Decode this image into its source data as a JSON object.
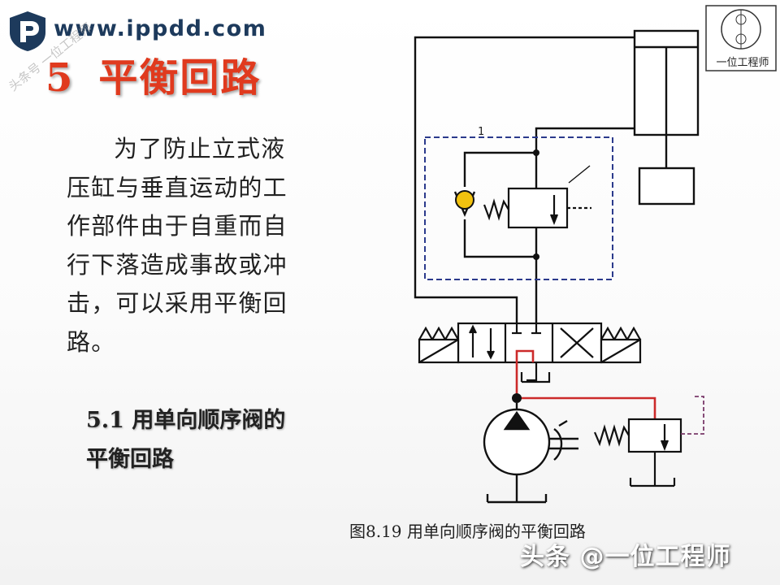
{
  "header": {
    "site_url": "www.ippdd.com",
    "watermark_left": "头条号 一位工程师"
  },
  "slide": {
    "title_number": "5",
    "title_text": "平衡回路",
    "body_text": "为了防止立式液压缸与垂直运动的工作部件由于自重而自行下落造成事故或冲击，可以采用平衡回路。",
    "subheading": "5.1 用单向顺序阀的平衡回路"
  },
  "diagram": {
    "component_label": "1",
    "caption": "图8.19 用单向顺序阀的平衡回路",
    "colors": {
      "line": "#111111",
      "pressure_line": "#cc2a2a",
      "pilot_line": "#2b3a8c",
      "check_ball": "#f2c20f"
    }
  },
  "stamp": {
    "label": "一位工程师"
  },
  "footer": {
    "watermark": "头条 @一位工程师"
  }
}
